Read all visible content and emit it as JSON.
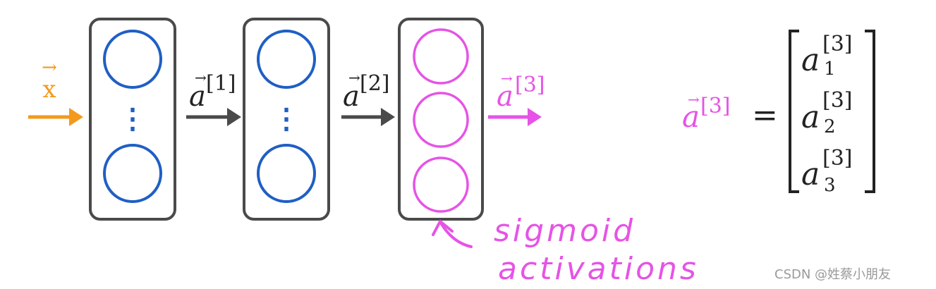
{
  "colors": {
    "input": "#f39a1e",
    "hidden": "#1f5fc4",
    "output": "#e653e6",
    "arrow": "#4a4a4a",
    "layer_border": "#4a4a4a",
    "text_dark": "#222222"
  },
  "input_label": {
    "base": "x",
    "vector_mark": "→"
  },
  "arrows": [
    {
      "base": "a",
      "vector_mark": "→",
      "superscript": "[1]"
    },
    {
      "base": "a",
      "vector_mark": "→",
      "superscript": "[2]"
    },
    {
      "base": "a",
      "vector_mark": "→",
      "superscript": "[3]"
    }
  ],
  "layers": [
    {
      "kind": "hidden",
      "units": 2,
      "ellipsis": "⋮"
    },
    {
      "kind": "hidden",
      "units": 2,
      "ellipsis": "⋮"
    },
    {
      "kind": "output",
      "units": 3,
      "ellipsis": ""
    }
  ],
  "annotation": {
    "line1": "sigmoid",
    "line2": "activations"
  },
  "equation": {
    "lhs_base": "a",
    "lhs_vector_mark": "→",
    "lhs_superscript": "[3]",
    "equals": "=",
    "entries": [
      {
        "base": "a",
        "subscript": "1",
        "superscript": "[3]"
      },
      {
        "base": "a",
        "subscript": "2",
        "superscript": "[3]"
      },
      {
        "base": "a",
        "subscript": "3",
        "superscript": "[3]"
      }
    ]
  },
  "watermark": "CSDN @姓蔡小朋友"
}
